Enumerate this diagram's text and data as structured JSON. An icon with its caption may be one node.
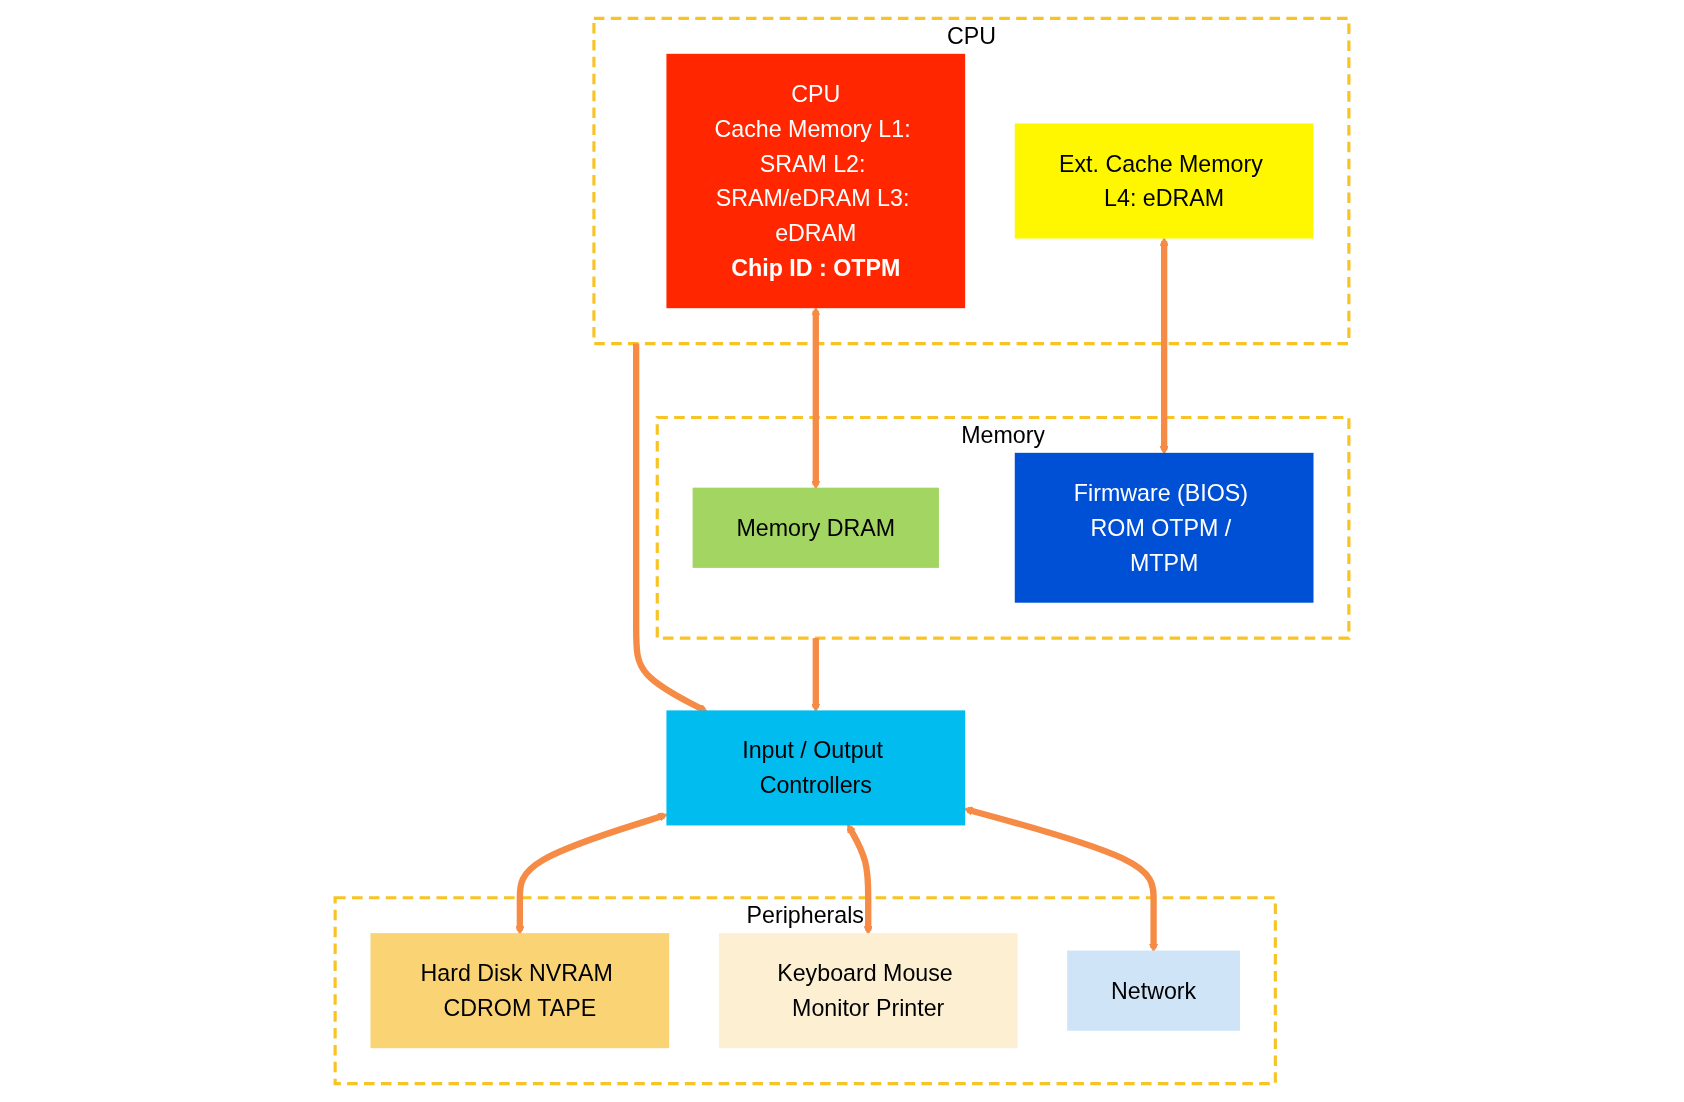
{
  "diagram": {
    "nodes": [
      {
        "text": [
          "CPU"
        ]
      },
      {
        "text": [
          "CPU",
          "Cache Memory L1: SRAM L2: SRAM/eDRAM L3: eDRAM",
          "Chip ID : OTPM"
        ],
        "in": 0
      },
      {
        "text": [
          "Ext. Cache Memory L4: eDRAM"
        ],
        "in": 0
      },
      {
        "text": [
          "Memory"
        ]
      },
      {
        "text": [
          "Memory DRAM"
        ],
        "in": 3
      },
      {
        "text": [
          "Firmware (BIOS) ROM OTPM / MTPM"
        ],
        "in": 3
      },
      {
        "text": [
          "Input / Output Controllers"
        ]
      },
      {
        "text": [
          "Peripherals"
        ]
      },
      {
        "text": [
          "Hard Disk NVRAM CDROM TAPE"
        ],
        "in": 7
      },
      {
        "text": [
          "Keyboard Mouse Monitor Printer"
        ],
        "in": 7
      },
      {
        "text": [
          "Network"
        ],
        "in": 7
      }
    ],
    "edges": [
      {
        "from": 1,
        "to": 4,
        "arrow": "both"
      },
      {
        "from": 2,
        "to": 5,
        "arrow": "both"
      },
      {
        "from": 0,
        "to": 6,
        "arrow": "to"
      },
      {
        "from": 3,
        "to": 6,
        "arrow": "to"
      },
      {
        "from": 6,
        "to": 8,
        "arrow": "both"
      },
      {
        "from": 6,
        "to": 9,
        "arrow": "both"
      },
      {
        "from": 6,
        "to": 10,
        "arrow": "both"
      }
    ]
  }
}
